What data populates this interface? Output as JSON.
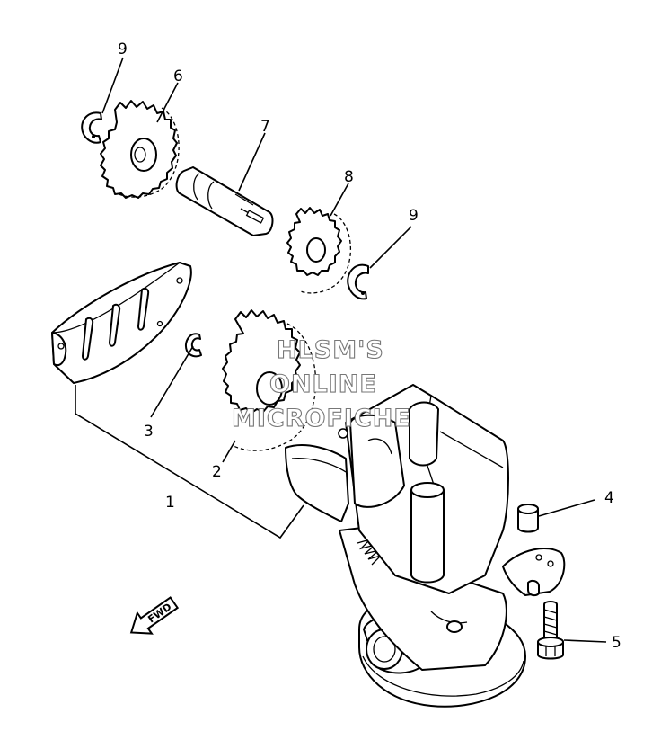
{
  "callouts": {
    "c1": "1",
    "c2": "2",
    "c3": "3",
    "c4": "4",
    "c5": "5",
    "c6": "6",
    "c7": "7",
    "c8": "8",
    "c9a": "9",
    "c9b": "9"
  },
  "watermark": {
    "line1": "HLSM'S",
    "line2": "ONLINE",
    "line3": "MICROFICHE"
  },
  "fwd_label": "FWD",
  "icons": {
    "fwd_arrow": "fwd-arrow-icon"
  }
}
